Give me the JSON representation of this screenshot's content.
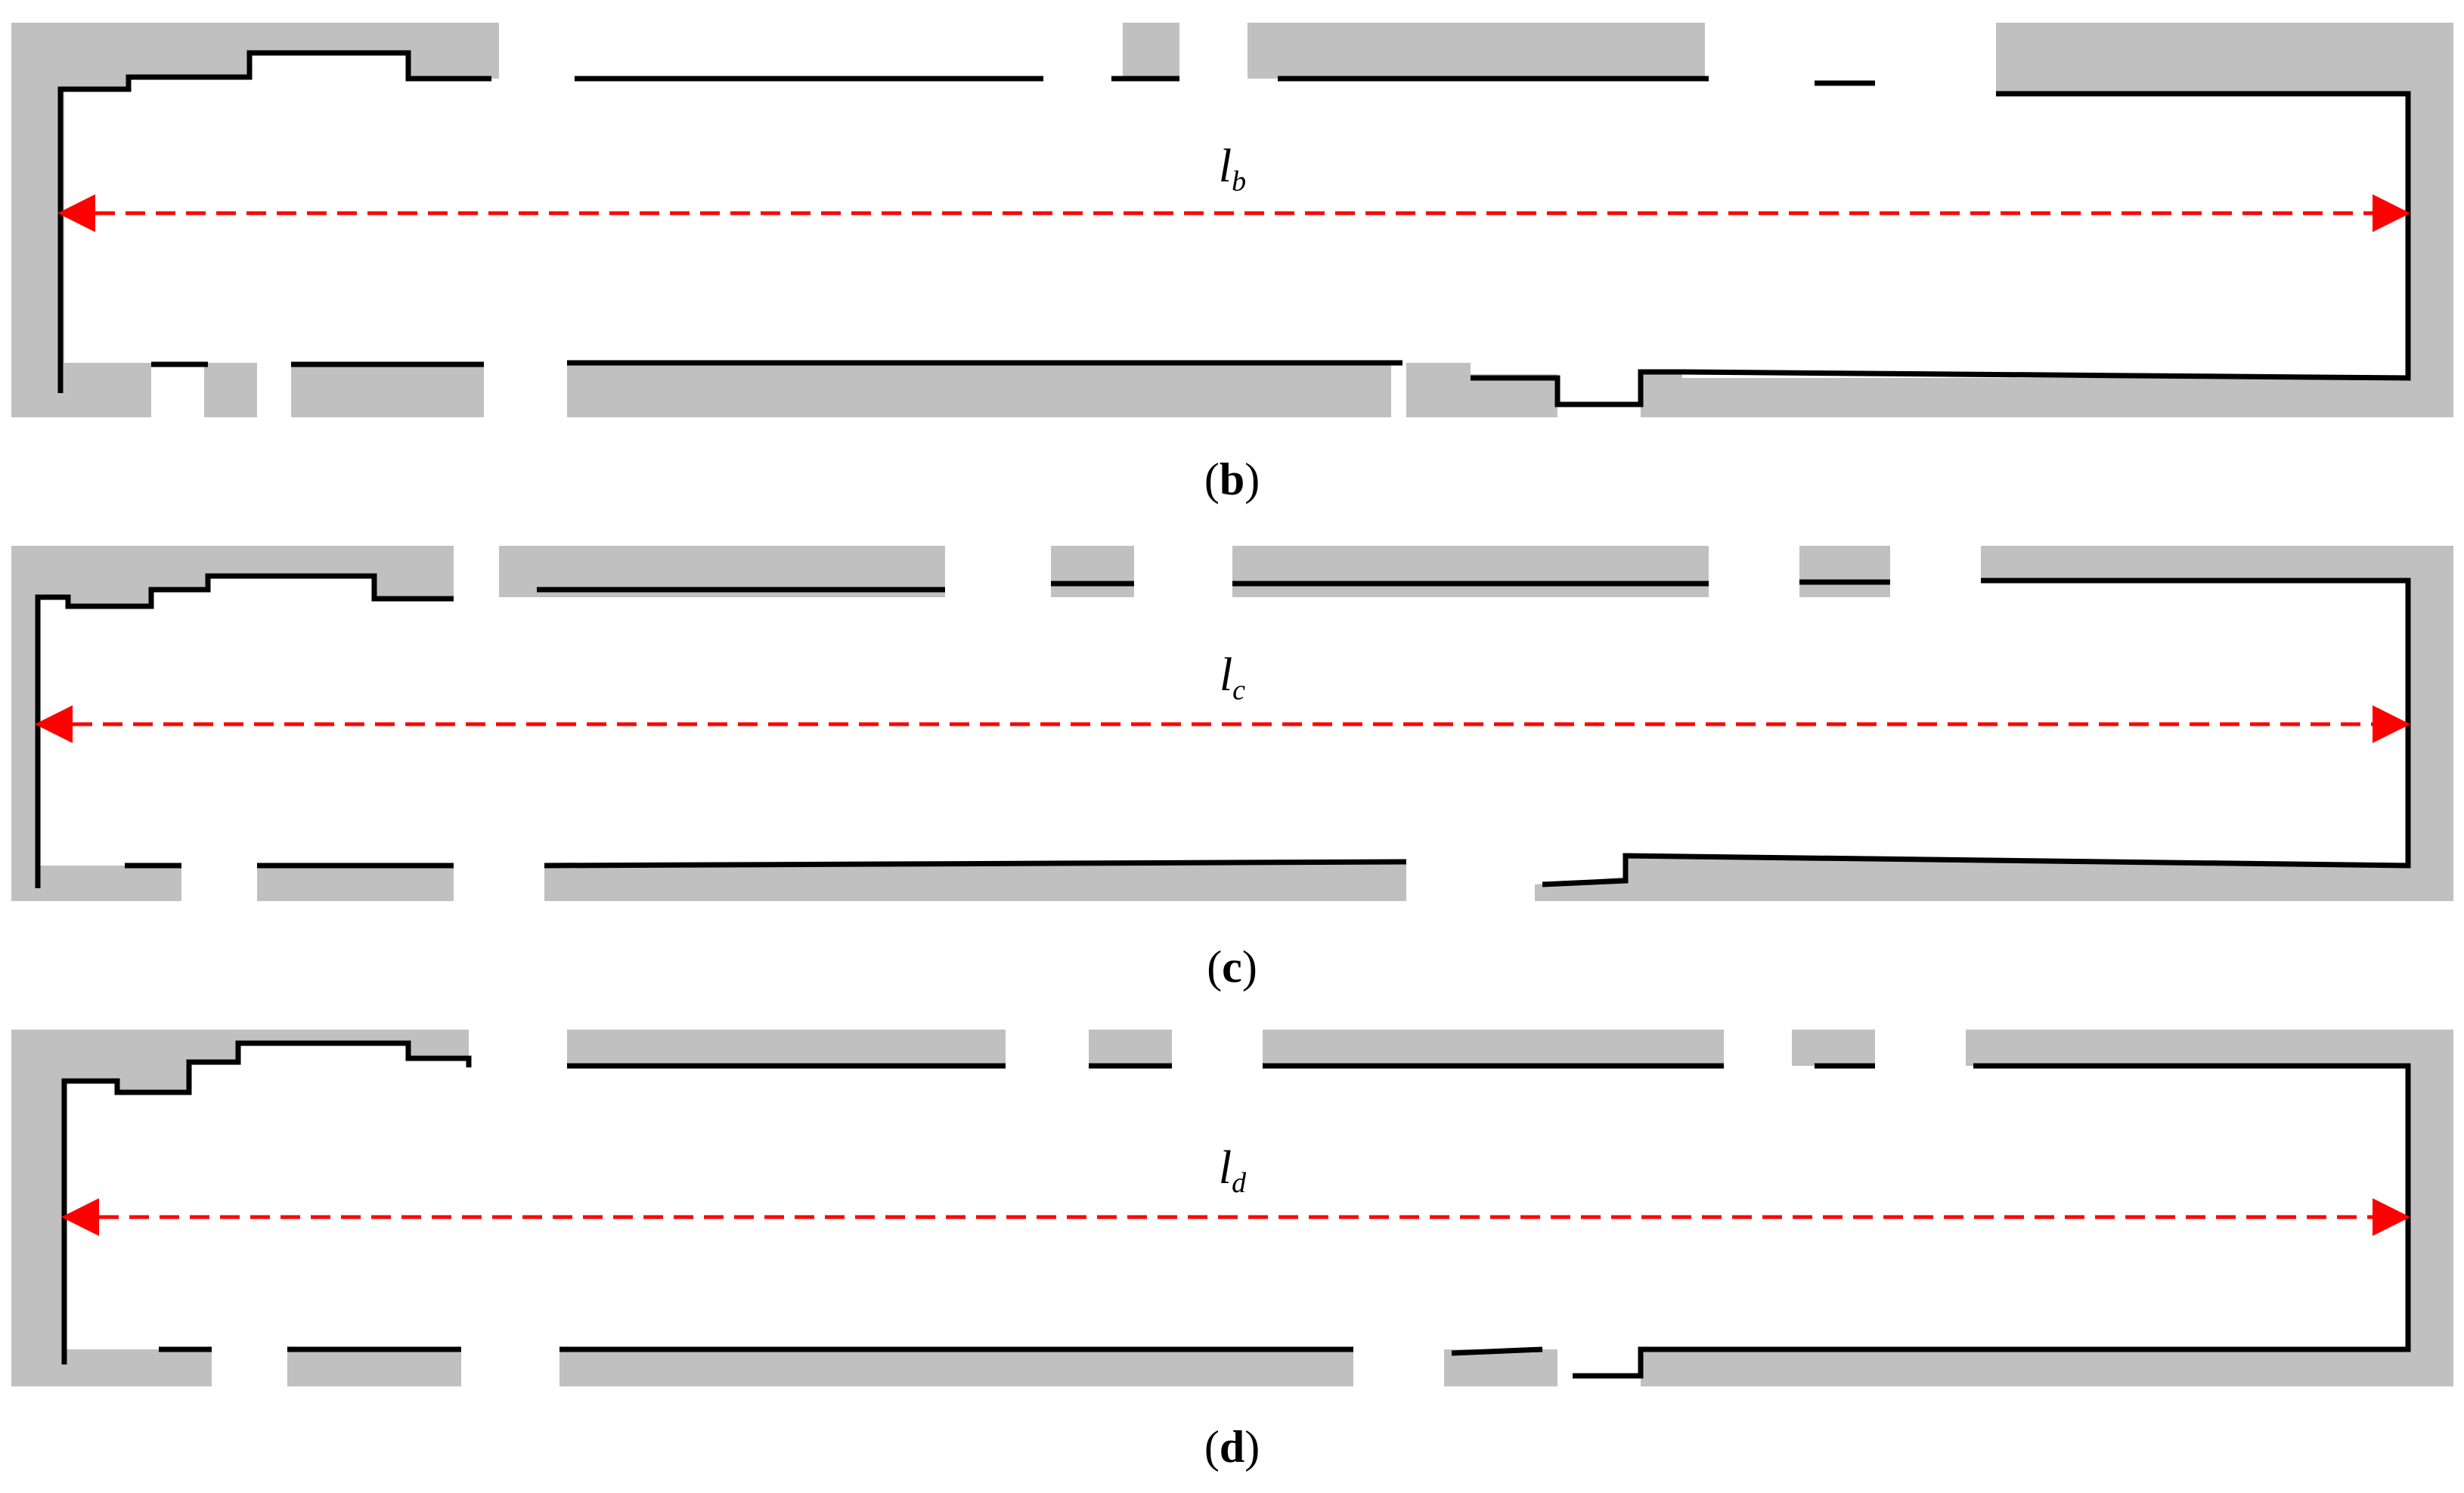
{
  "panels": [
    {
      "id": "b",
      "caption": "b",
      "label_main": "l",
      "label_sub": "b"
    },
    {
      "id": "c",
      "caption": "c",
      "label_main": "l",
      "label_sub": "c"
    },
    {
      "id": "d",
      "caption": "d",
      "label_main": "l",
      "label_sub": "d"
    }
  ],
  "colors": {
    "map_unknown": "#c0c0c0",
    "map_free": "#ffffff",
    "map_wall": "#000000",
    "arrow": "#ff0000"
  }
}
